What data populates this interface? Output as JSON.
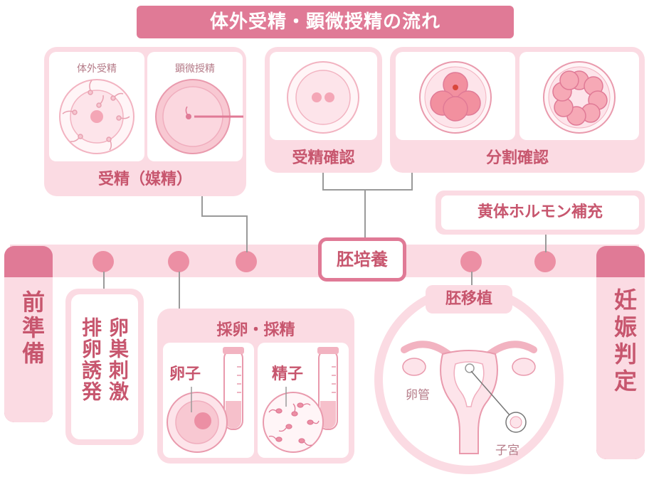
{
  "title": "体外受精・顕微授精の流れ",
  "fertilization": {
    "ivf_label": "体外受精",
    "icsi_label": "顕微授精",
    "caption": "受精（媒精）"
  },
  "fertilization_check": {
    "caption": "受精確認"
  },
  "cleavage_check": {
    "caption": "分割確認"
  },
  "luteal_support": {
    "label": "黄体ホルモン補充"
  },
  "embryo_culture": {
    "label": "胚培養"
  },
  "preparation": {
    "label": "前準備"
  },
  "ovulation_stimulation": {
    "col1": "排卵誘発",
    "col2": "卵巣刺激"
  },
  "retrieval": {
    "title": "採卵・採精",
    "egg_label": "卵子",
    "sperm_label": "精子"
  },
  "transfer": {
    "title": "胚移植",
    "tube_label": "卵管",
    "uterus_label": "子宮"
  },
  "pregnancy_test": {
    "label": "妊娠判定"
  },
  "colors": {
    "accent": "#e07a96",
    "panel_pink": "#fbdbe3",
    "label_red": "#c7566e",
    "dot_pink": "#ec8fa4"
  }
}
